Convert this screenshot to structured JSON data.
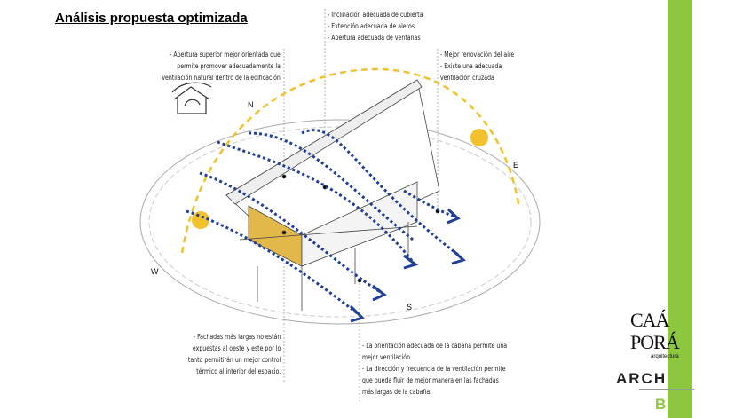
{
  "title": "Análisis propuesta optimizada",
  "notes": {
    "top_left": [
      "- Apertura superior mejor orientada que",
      "permite promover adecuadamente la",
      "ventilación natural dentro de la edificación"
    ],
    "top_center": [
      "- Inclinación adecuada de cubierta",
      "- Extención adecuada de aleros",
      "- Apertura adecuada de ventanas"
    ],
    "top_right": [
      "- Mejor renovación del aire",
      "- Existe una adecuada",
      "ventilación cruzada"
    ],
    "bottom_left": [
      "- Fachadas más largas no están",
      "expuestas al oeste y este por lo",
      "tanto permitirán un mejor control",
      "térmico al interior del espacio."
    ],
    "bottom_right": [
      "- La orientación adecuada de la cabaña permite una",
      "mejor ventilación.",
      "- La dirección y frecuencia de la ventilación permite",
      "que pueda fluir de mejor manera en las fachadas",
      "más largas de la cabaña."
    ]
  },
  "compass": {
    "n": "N",
    "e": "E",
    "s": "S",
    "w": "W"
  },
  "logos": {
    "caapora_1": "CAÁ",
    "caapora_2": "PORÁ",
    "caapora_sub": "arquitectura",
    "arch": "ARCH",
    "bio": "BIO"
  },
  "colors": {
    "accent_green": "#8dc63f",
    "sun": "#f2c12e",
    "wind": "#1f3f99"
  }
}
